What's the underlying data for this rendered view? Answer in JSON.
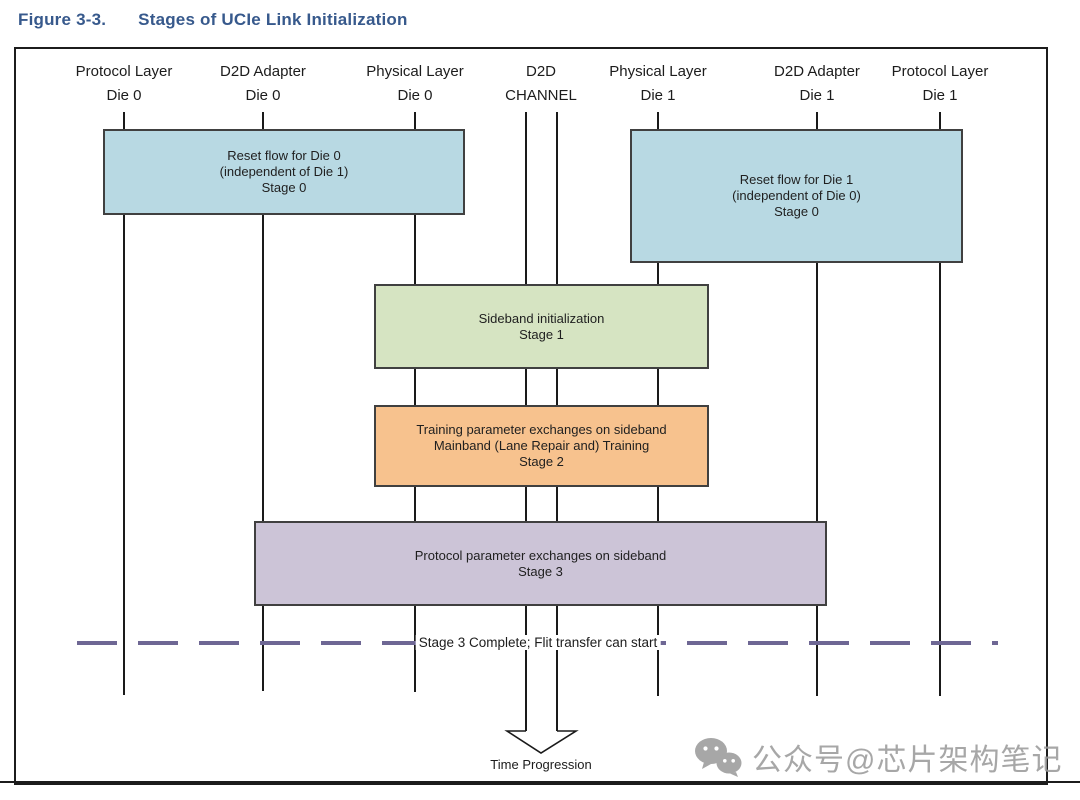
{
  "page": {
    "figure_label": "Figure 3-3.",
    "figure_title": "Stages of UCIe Link Initialization"
  },
  "columns": [
    {
      "line1": "Protocol Layer",
      "line2": "Die 0"
    },
    {
      "line1": "D2D Adapter",
      "line2": "Die 0"
    },
    {
      "line1": "Physical Layer",
      "line2": "Die 0"
    },
    {
      "line1": "D2D",
      "line2": "CHANNEL"
    },
    {
      "line1": "Physical Layer",
      "line2": "Die 1"
    },
    {
      "line1": "D2D Adapter",
      "line2": "Die 1"
    },
    {
      "line1": "Protocol Layer",
      "line2": "Die 1"
    }
  ],
  "stages": {
    "reset_die0": {
      "line1": "Reset flow for Die 0",
      "line2": "(independent of Die 1)",
      "line3": "Stage 0",
      "color": "#b8d9e3"
    },
    "reset_die1": {
      "line1": "Reset flow for Die 1",
      "line2": "(independent of Die 0)",
      "line3": "Stage 0",
      "color": "#b8d9e3"
    },
    "sideband_init": {
      "line1": "Sideband initialization",
      "line2": "Stage 1",
      "color": "#d6e4c2"
    },
    "training": {
      "line1": "Training parameter exchanges on sideband",
      "line2": "Mainband (Lane Repair and) Training",
      "line3": "Stage 2",
      "color": "#f7c28e"
    },
    "protocol_params": {
      "line1": "Protocol parameter exchanges on sideband",
      "line2": "Stage 3",
      "color": "#ccc4d7"
    }
  },
  "annotations": {
    "stage3_complete": "Stage 3 Complete; Flit transfer can start",
    "time_progression": "Time Progression"
  },
  "watermark": {
    "icon": "wechat-icon",
    "text": "公众号@芯片架构笔记"
  },
  "colors": {
    "title_blue": "#37598c",
    "dashed_line": "#6e6794",
    "lifeline": "#1a1a1a",
    "box_border": "#404040",
    "watermark_gray": "#9b9b9b"
  }
}
